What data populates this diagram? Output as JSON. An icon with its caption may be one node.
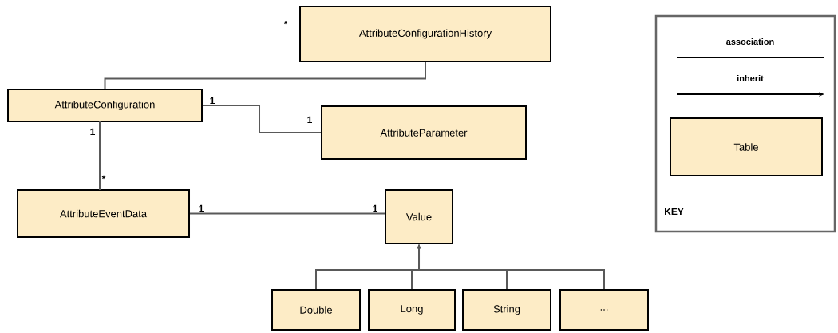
{
  "diagram": {
    "nodes": [
      {
        "text": [
          "AttributeConfiguration"
        ]
      },
      {
        "text": [
          "AttributeConfigurationHistory"
        ]
      },
      {
        "text": [
          "AttributeParameter"
        ]
      },
      {
        "text": [
          "AttributeEventData"
        ]
      },
      {
        "text": [
          "Value"
        ]
      },
      {
        "text": [
          "Double"
        ]
      },
      {
        "text": [
          "Long"
        ]
      },
      {
        "text": [
          "String"
        ]
      },
      {
        "text": [
          "..."
        ]
      },
      {
        "text": [
          "KEY"
        ]
      },
      {
        "text": [
          "Table"
        ],
        "in": 9
      }
    ],
    "edges": [
      {
        "from": 0,
        "to": 1,
        "arrow": "none"
      },
      {
        "from": 0,
        "to": 2,
        "arrow": "none"
      },
      {
        "from": 0,
        "to": 3,
        "arrow": "none"
      },
      {
        "from": 3,
        "to": 4,
        "arrow": "none"
      },
      {
        "from": 5,
        "to": 4,
        "arrow": "to"
      },
      {
        "from": 6,
        "to": 4,
        "arrow": "to"
      },
      {
        "from": 7,
        "to": 4,
        "arrow": "to"
      },
      {
        "from": 8,
        "to": 4,
        "arrow": "to"
      }
    ],
    "labels": [
      "*",
      "1",
      "1",
      "1",
      "*",
      "1",
      "1"
    ],
    "legend": [
      {
        "text": "association"
      },
      {
        "text": "inherit"
      }
    ]
  }
}
